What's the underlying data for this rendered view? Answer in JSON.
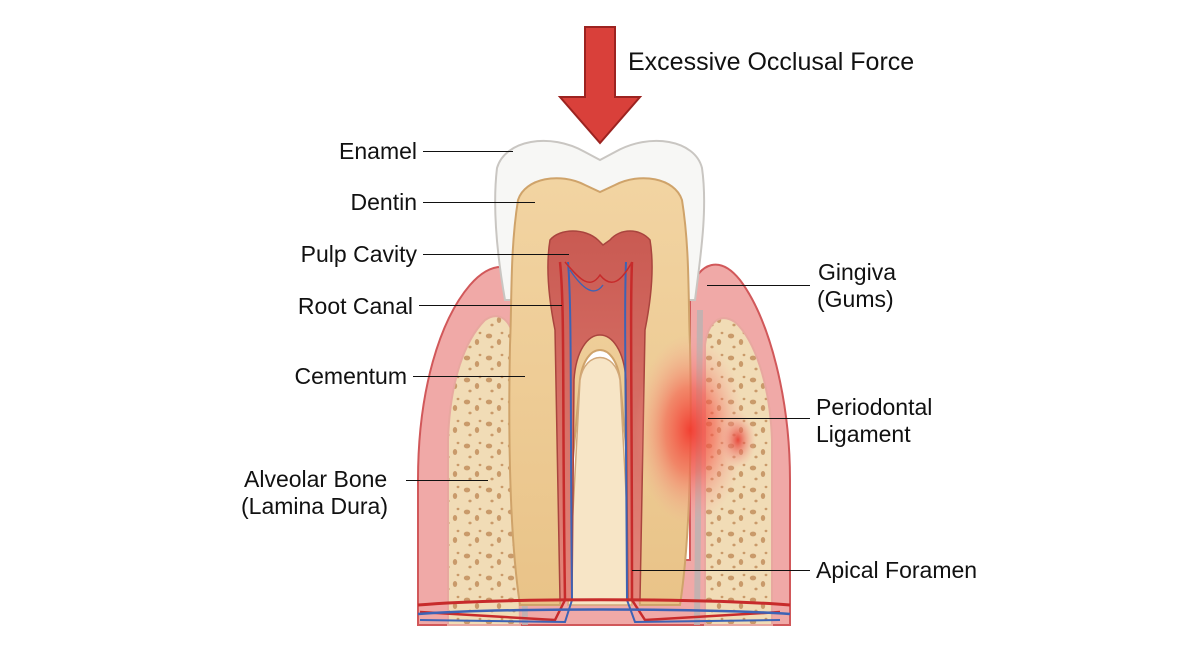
{
  "force_label": "Excessive Occlusal Force",
  "labels": {
    "enamel": "Enamel",
    "dentin": "Dentin",
    "pulp_cavity": "Pulp Cavity",
    "root_canal": "Root Canal",
    "cementum": "Cementum",
    "alveolar_bone_1": "Alveolar Bone",
    "alveolar_bone_2": "(Lamina Dura)",
    "gingiva_1": "Gingiva",
    "gingiva_2": "(Gums)",
    "periodontal_1": "Periodontal",
    "periodontal_2": "Ligament",
    "apical_foramen": "Apical Foramen"
  },
  "colors": {
    "force_arrow": "#d9403a",
    "gum": "#f0a9a7",
    "gum_edge": "#d1585a",
    "bone": "#f1dcb6",
    "enamel": "#f7f7f5",
    "dentin": "#edc88f",
    "pulp": "#d9736a",
    "artery": "#c72b2b",
    "vein": "#3d63b5",
    "inflammation": "#f23a2e"
  }
}
